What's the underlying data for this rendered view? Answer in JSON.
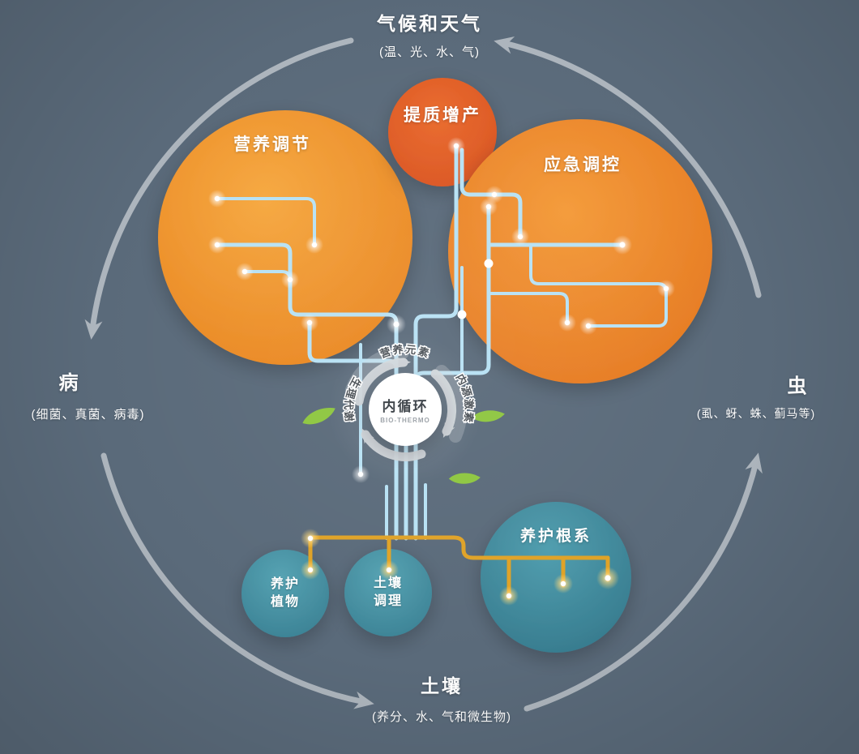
{
  "outer": {
    "top": {
      "label": "气候和天气",
      "sub": "(温、光、水、气)"
    },
    "left": {
      "label": "病",
      "sub": "(细菌、真菌、病毒)"
    },
    "right": {
      "label": "虫",
      "sub": "(虱、蚜、蛛、蓟马等)"
    },
    "bottom": {
      "label": "土壤",
      "sub": "(养分、水、气和微生物)"
    }
  },
  "bubbles": {
    "nutrition": {
      "label": "营养调节"
    },
    "quality": {
      "label": "提质增产"
    },
    "emergency": {
      "label": "应急调控"
    },
    "root_care": {
      "label": "养护根系"
    },
    "plant_care": {
      "line1": "养护",
      "line2": "植物"
    },
    "soil_conditioning": {
      "line1": "土壤",
      "line2": "调理"
    }
  },
  "center": {
    "title": "内循环",
    "subtitle": "BIO-THERMO",
    "ring_top": "营养元素",
    "ring_left": "生理代谢",
    "ring_right": "内源激素"
  },
  "colors": {
    "bg": "#5a6a7a",
    "circuit": "#b7e1f4",
    "root": "#dfa226",
    "leaf": "#8dc63f",
    "arrow": "#b7bec5",
    "orange_large": "#ef8d2a",
    "orange_deep": "#e05a26",
    "teal": "#47909f"
  }
}
